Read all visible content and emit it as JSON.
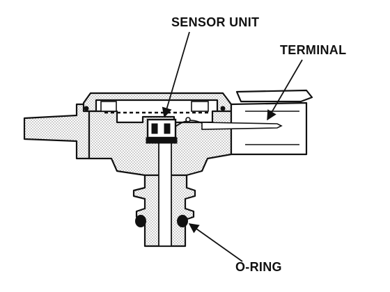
{
  "labels": {
    "sensor_unit": "SENSOR UNIT",
    "terminal": "TERMINAL",
    "o_ring": "O-RING"
  },
  "colors": {
    "ink": "#111111",
    "stipple": "#9a9a9a",
    "paper": "#ffffff"
  }
}
